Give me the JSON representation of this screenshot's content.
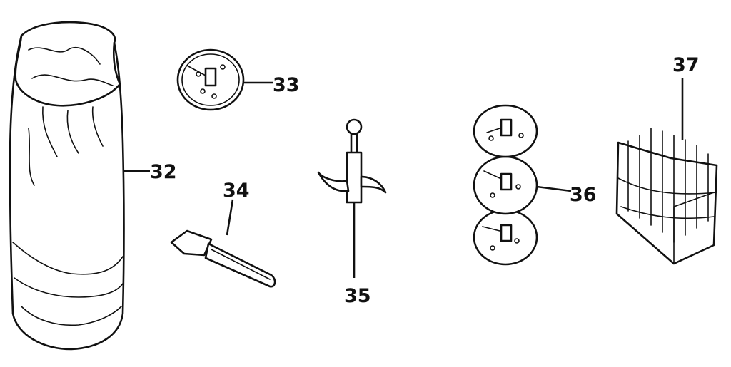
{
  "parts": [
    {
      "id": "bag",
      "number": "32"
    },
    {
      "id": "disc",
      "number": "33"
    },
    {
      "id": "spatula",
      "number": "34"
    },
    {
      "id": "blade",
      "number": "35"
    },
    {
      "id": "disc-set",
      "number": "36"
    },
    {
      "id": "french-fry-cutter",
      "number": "37"
    }
  ]
}
